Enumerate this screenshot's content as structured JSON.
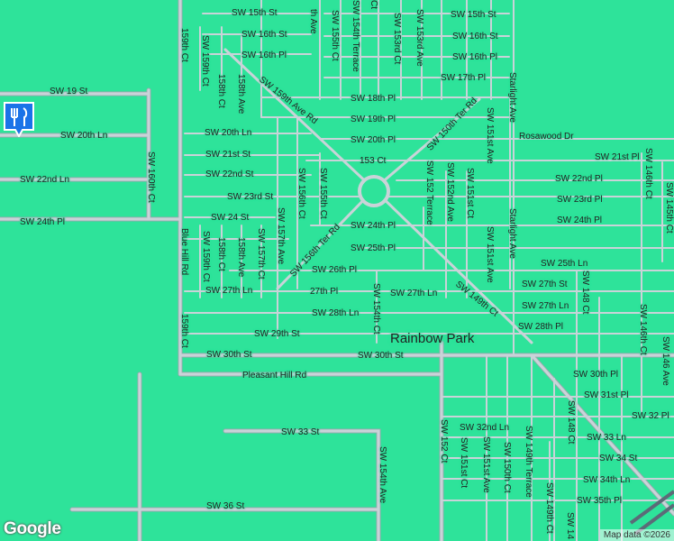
{
  "place_label": "Rainbow Park",
  "attribution": "Map data ©2026",
  "logo": "Google",
  "colors": {
    "land": "#2ee39a",
    "road": "#c9d3d8",
    "road_edge": "#9aa6ad",
    "rail": "#5b6b78"
  },
  "marker": {
    "icon": "restaurant-icon",
    "color": "#1a73e8"
  },
  "streets": {
    "sw15th": "SW 15th St",
    "sw15th_b": "SW 15th St",
    "sw16th": "SW 16th St",
    "sw16th_b": "SW 16th St",
    "sw16pl": "SW 16th Pl",
    "sw16pl_b": "SW 16th Pl",
    "sw17pl": "SW 17th Pl",
    "sw18pl": "SW 18th Pl",
    "sw19pl": "SW 19th Pl",
    "sw19": "SW 19 St",
    "sw20ln": "SW 20th Ln",
    "sw20ln_b": "SW 20th Ln",
    "sw20pl": "SW 20th Pl",
    "rosawood": "Rosawood Dr",
    "sw21st": "SW 21st St",
    "ct153": "153 Ct",
    "sw21pl": "SW 21st Pl",
    "sw22st": "SW 22nd St",
    "sw22ln": "SW 22nd Ln",
    "sw22pl": "SW 22nd Pl",
    "sw23st": "SW 23rd St",
    "sw23pl": "SW 23rd Pl",
    "sw24st": "SW 24 St",
    "sw24pl": "SW 24th Pl",
    "sw24pl_b": "SW 24th Pl",
    "sw24pl_c": "SW 24th Pl",
    "sw25pl": "SW 25th Pl",
    "sw25ln": "SW 25th Ln",
    "sw26pl": "SW 26th Pl",
    "sw27ln": "SW 27th Ln",
    "pl27": "27th Pl",
    "sw27ln_b": "SW 27th Ln",
    "sw27st": "SW 27th St",
    "sw27ln_c": "SW 27th Ln",
    "sw28ln": "SW 28th Ln",
    "sw28pl": "SW 28th Pl",
    "sw29st": "SW 29th St",
    "sw30st": "SW 30th St",
    "sw30st_b": "SW 30th St",
    "pleasant": "Pleasant Hill Rd",
    "sw30pl": "SW 30th Pl",
    "sw31pl": "SW 31st Pl",
    "sw32pl": "SW 32 Pl",
    "sw32ln": "SW 32nd Ln",
    "sw33ln": "SW 33 Ln",
    "sw33st": "SW 33 St",
    "sw34st": "SW 34 St",
    "sw34ln": "SW 34th Ln",
    "sw35pl": "SW 35th Pl",
    "sw36st": "SW 36 St",
    "ave_th": "th Ave",
    "sw155ct": "SW 155th Ct",
    "sw154terr": "SW 154th Terrace",
    "ct_top": "Ct",
    "sw153ct": "SW 153rd Ct",
    "sw153ave": "SW 153rd Ave",
    "sw159ct": "159th Ct",
    "sw159ct_b": "SW 159th Ct",
    "ct158": "158th Ct",
    "ave158": "158th Ave",
    "sw160ct": "SW 160th Ct",
    "sw156ct": "SW 156th Ct",
    "sw155ct_b": "SW 155th Ct",
    "sw151ave": "SW 151st Ave",
    "starlight": "Starlight Ave",
    "sw146ct": "SW 146th Ct",
    "sw145": "SW 145th Ct",
    "sw152terr": "SW 152 Terrace",
    "sw152ave": "SW 152nd Ave",
    "sw151ct": "SW 151st Ct",
    "sw151ave_b": "SW 151st Ave",
    "starlight_b": "Starlight Ave",
    "blue_hill": "Blue Hill Rd",
    "sw159ct_c": "SW 159th Ct",
    "ct158_b": "158th Ct",
    "ave158_b": "158th Ave",
    "sw157ct": "SW 157th Ct",
    "sw157ave": "SW 157th Ave",
    "sw154ct": "SW 154th Ct",
    "sw148ct": "SW 148 Ct",
    "sw146ct_b": "SW 146th Ct",
    "sw146ave": "SW 146 Ave",
    "ct159": "159th Ct",
    "sw148ct_b": "SW 148 Ct",
    "sw152ct": "SW 152 Ct",
    "sw151ct_b": "SW 151st Ct",
    "sw151ave_c": "SW 151st Ave",
    "sw150ct": "SW 150th Ct",
    "sw149terr": "SW 149th Terrace",
    "sw149ct": "SW 149th Ct",
    "sw14x": "SW 14",
    "sw154ave": "SW 154th Ave",
    "sw159ave_rd": "SW 159th Ave Rd",
    "sw156ter_rd": "SW 156th Ter Rd",
    "sw149ct_diag": "SW 149th Ct",
    "sw150ter_rd": "SW 150th Ter Rd"
  }
}
